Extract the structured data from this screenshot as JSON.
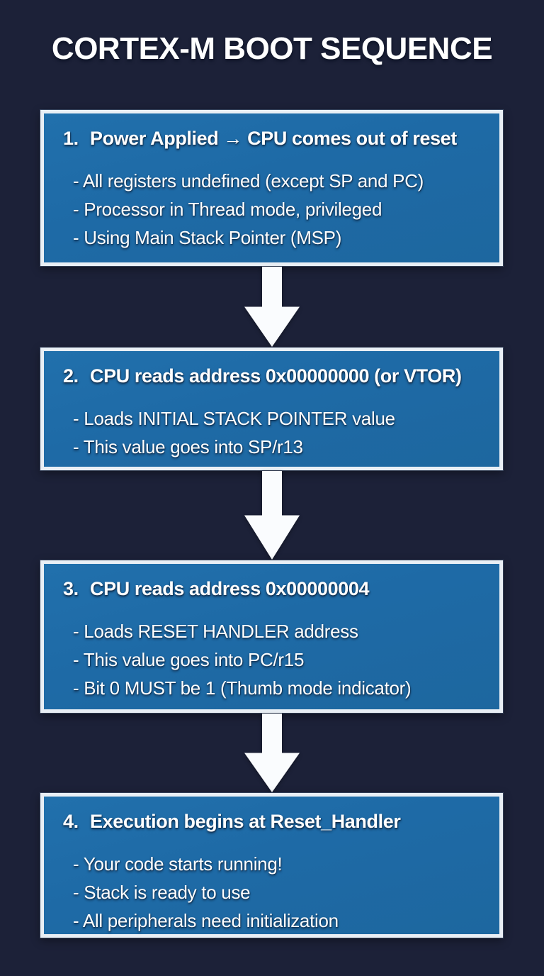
{
  "title": "CORTEX-M BOOT SEQUENCE",
  "colors": {
    "background": "#1c2138",
    "box_fill": "#1e6aa6",
    "box_border": "#e9eff5",
    "text": "#ffffff",
    "arrow": "#fafcfe"
  },
  "steps": [
    {
      "number": "1.",
      "heading": "Power Applied → CPU comes out of reset",
      "bullets": [
        "- All registers undefined (except SP and PC)",
        "- Processor in Thread mode, privileged",
        "- Using Main Stack Pointer (MSP)"
      ]
    },
    {
      "number": "2.",
      "heading": "CPU reads address 0x00000000 (or VTOR)",
      "bullets": [
        "- Loads INITIAL STACK POINTER value",
        "- This value goes into SP/r13"
      ]
    },
    {
      "number": "3.",
      "heading": "CPU reads address 0x00000004",
      "bullets": [
        "- Loads RESET HANDLER address",
        "- This value goes into PC/r15",
        "- Bit 0 MUST be 1 (Thumb mode indicator)"
      ]
    },
    {
      "number": "4.",
      "heading": "Execution begins at Reset_Handler",
      "bullets": [
        "- Your code starts running!",
        "- Stack is ready to use",
        "- All peripherals need initialization"
      ]
    }
  ]
}
